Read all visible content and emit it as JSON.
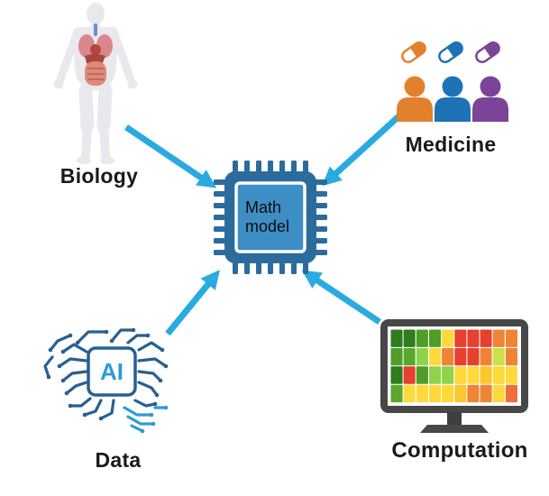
{
  "diagram": {
    "center_label": "Math model",
    "ai_label": "AI",
    "nodes": [
      {
        "id": "biology",
        "label": "Biology"
      },
      {
        "id": "medicine",
        "label": "Medicine"
      },
      {
        "id": "data",
        "label": "Data"
      },
      {
        "id": "computation",
        "label": "Computation"
      }
    ]
  },
  "colors": {
    "arrow": "#29ABE2",
    "chip_body": "#2B6C9D",
    "chip_inner": "#3E8EC6",
    "circuit_dark": "#276092",
    "circuit_light": "#2E9BD6",
    "monitor_frame": "#474747",
    "monitor_stand": "#3F3F3F",
    "body_fill": "#E9E9ED",
    "trachea_blue": "#6B8FC7",
    "organ_lung": "#D9868C",
    "organ_heart": "#B7443F",
    "organ_liver": "#A9453E",
    "organ_intestine": "#DD8A7B",
    "intestine_line": "#C06A5E",
    "label_text": "#1A1A1A"
  },
  "medicine": {
    "member_colors": [
      "#E2812D",
      "#1F72B5",
      "#7C4399"
    ]
  },
  "computation": {
    "heatmap_rows": 4,
    "heatmap_cols": 10,
    "heatmap": [
      [
        "#2F7D1E",
        "#2F7D1E",
        "#4E9E27",
        "#4E9E27",
        "#FDD93B",
        "#E6402E",
        "#E6402E",
        "#E6402E",
        "#EF8435",
        "#EF8435"
      ],
      [
        "#4E9E27",
        "#58A82C",
        "#8ED44B",
        "#FDD93B",
        "#EF8435",
        "#E6402E",
        "#E6402E",
        "#EF8435",
        "#C9E14A",
        "#EF8435"
      ],
      [
        "#2F7D1E",
        "#E6402E",
        "#4E9E27",
        "#8ED44B",
        "#8ED44B",
        "#FDD93B",
        "#FDD93B",
        "#FBC62F",
        "#FDD93B",
        "#FDD93B"
      ],
      [
        "#58A82C",
        "#FDD93B",
        "#FDD93B",
        "#FDD93B",
        "#FDD93B",
        "#FBC62F",
        "#EF8435",
        "#EF8435",
        "#FDD93B",
        "#EC6F3C"
      ]
    ]
  }
}
